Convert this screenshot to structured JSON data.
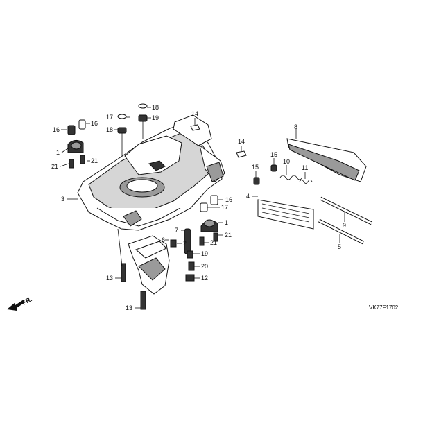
{
  "diagram": {
    "code": "VK77F1702",
    "direction": "FR.",
    "labels": [
      {
        "id": "l1a",
        "text": "1"
      },
      {
        "id": "l1b",
        "text": "1"
      },
      {
        "id": "l2",
        "text": "2"
      },
      {
        "id": "l3",
        "text": "3"
      },
      {
        "id": "l4",
        "text": "4"
      },
      {
        "id": "l5",
        "text": "5"
      },
      {
        "id": "l6",
        "text": "6"
      },
      {
        "id": "l7",
        "text": "7"
      },
      {
        "id": "l8",
        "text": "8"
      },
      {
        "id": "l9",
        "text": "9"
      },
      {
        "id": "l10",
        "text": "10"
      },
      {
        "id": "l11",
        "text": "11"
      },
      {
        "id": "l12",
        "text": "12"
      },
      {
        "id": "l13a",
        "text": "13"
      },
      {
        "id": "l13b",
        "text": "13"
      },
      {
        "id": "l14a",
        "text": "14"
      },
      {
        "id": "l14b",
        "text": "14"
      },
      {
        "id": "l15a",
        "text": "15"
      },
      {
        "id": "l15b",
        "text": "15"
      },
      {
        "id": "l16a",
        "text": "16"
      },
      {
        "id": "l16b",
        "text": "16"
      },
      {
        "id": "l16c",
        "text": "16"
      },
      {
        "id": "l16d",
        "text": "16"
      },
      {
        "id": "l17a",
        "text": "17"
      },
      {
        "id": "l17b",
        "text": "17"
      },
      {
        "id": "l18a",
        "text": "18"
      },
      {
        "id": "l18b",
        "text": "18"
      },
      {
        "id": "l19",
        "text": "19"
      },
      {
        "id": "l20",
        "text": "20"
      },
      {
        "id": "l21a",
        "text": "21"
      },
      {
        "id": "l21b",
        "text": "21"
      },
      {
        "id": "l21c",
        "text": "21"
      }
    ]
  }
}
